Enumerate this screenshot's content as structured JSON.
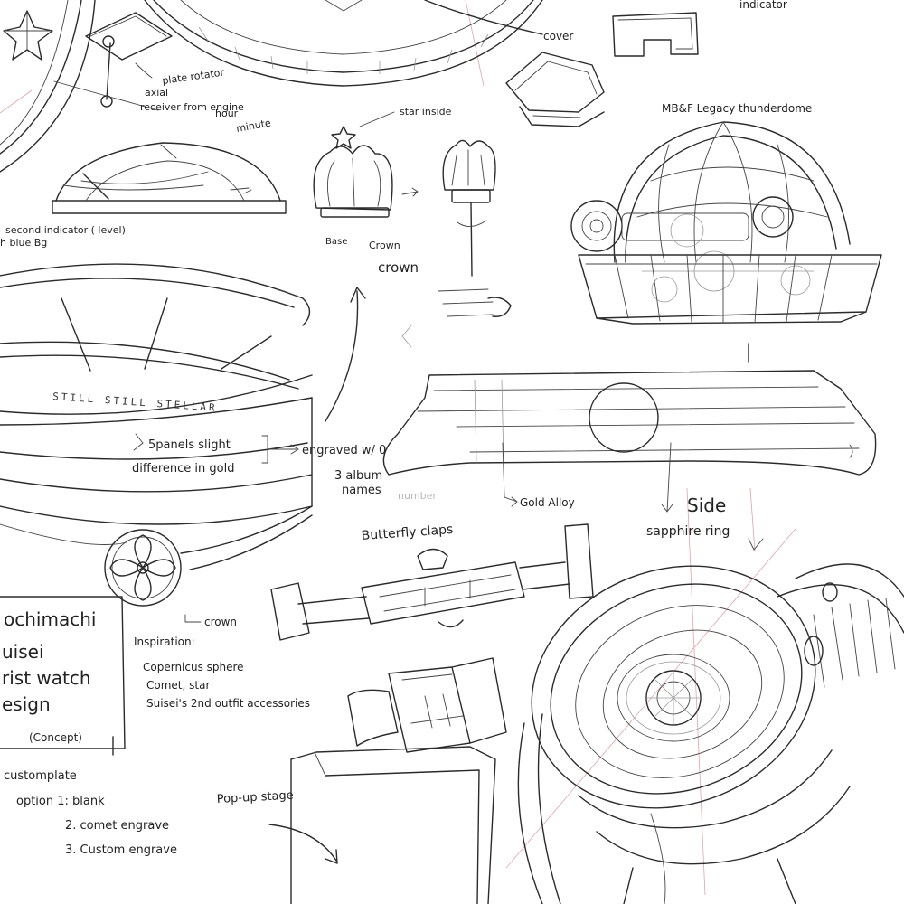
{
  "labels": {
    "indicator": "indicator",
    "cover": "cover",
    "plate_rotator": "plate rotator",
    "axial": "axial",
    "receiver": "receiver from engine",
    "hour": "hour",
    "minute": "minute",
    "second_indicator": "second indicator ( level)",
    "blue_bg": "h blue Bg",
    "star_inside": "star inside",
    "base": "Base",
    "crown_small": "Crown",
    "crown_big": "crown",
    "mbf_title": "MB&F Legacy thunderdome",
    "engraving": "STILL STILL STELLAR",
    "panels_line1": "5panels slight",
    "panels_line2": "difference in gold",
    "engraved_line1": "engraved w/ 0",
    "engraved_line2": "3 album",
    "engraved_line3": "names",
    "faint_word": "number",
    "gold_alloy": "Gold Alloy",
    "side": "Side",
    "sapphire_ring": "sapphire ring",
    "butterfly_clasp": "Butterfly claps",
    "crown_bottom": "crown",
    "pop_up_stage": "Pop-up stage"
  },
  "title_block": {
    "line1": "ochimachi",
    "line2": "uisei",
    "line3": "rist watch",
    "line4": "esign",
    "line5": "(Concept)"
  },
  "inspiration": {
    "heading": "Inspiration:",
    "items": [
      "Copernicus sphere",
      "Comet, star",
      "Suisei's 2nd outfit accessories"
    ]
  },
  "options": {
    "line1": "customplate",
    "line2": "option 1:  blank",
    "line3": "2.  comet engrave",
    "line4": "3.  Custom engrave"
  },
  "colors": {
    "ink": "#2b2b2b",
    "guide": "#e2a3a8",
    "paper": "#ffffff"
  }
}
